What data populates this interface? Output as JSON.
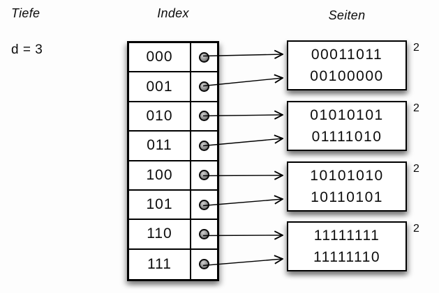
{
  "headers": {
    "depth": "Tiefe",
    "index": "Index",
    "pages": "Seiten"
  },
  "depth": {
    "text": "d = 3",
    "value": 3
  },
  "directory": {
    "entries": [
      {
        "index": "000"
      },
      {
        "index": "001"
      },
      {
        "index": "010"
      },
      {
        "index": "011"
      },
      {
        "index": "100"
      },
      {
        "index": "101"
      },
      {
        "index": "110"
      },
      {
        "index": "111"
      }
    ]
  },
  "pages": [
    {
      "values": [
        "00011011",
        "00100000"
      ],
      "local_depth": "2"
    },
    {
      "values": [
        "01010101",
        "01111010"
      ],
      "local_depth": "2"
    },
    {
      "values": [
        "10101010",
        "10110101"
      ],
      "local_depth": "2"
    },
    {
      "values": [
        "11111111",
        "11111110"
      ],
      "local_depth": "2"
    }
  ],
  "links": [
    {
      "index": "000",
      "page": 0
    },
    {
      "index": "001",
      "page": 0
    },
    {
      "index": "010",
      "page": 1
    },
    {
      "index": "011",
      "page": 1
    },
    {
      "index": "100",
      "page": 2
    },
    {
      "index": "101",
      "page": 2
    },
    {
      "index": "110",
      "page": 3
    },
    {
      "index": "111",
      "page": 3
    }
  ],
  "colors": {
    "line": "#000000",
    "box_fill": "#ffffff",
    "background": "#fdfdfd",
    "dot_fill": "#909090"
  }
}
